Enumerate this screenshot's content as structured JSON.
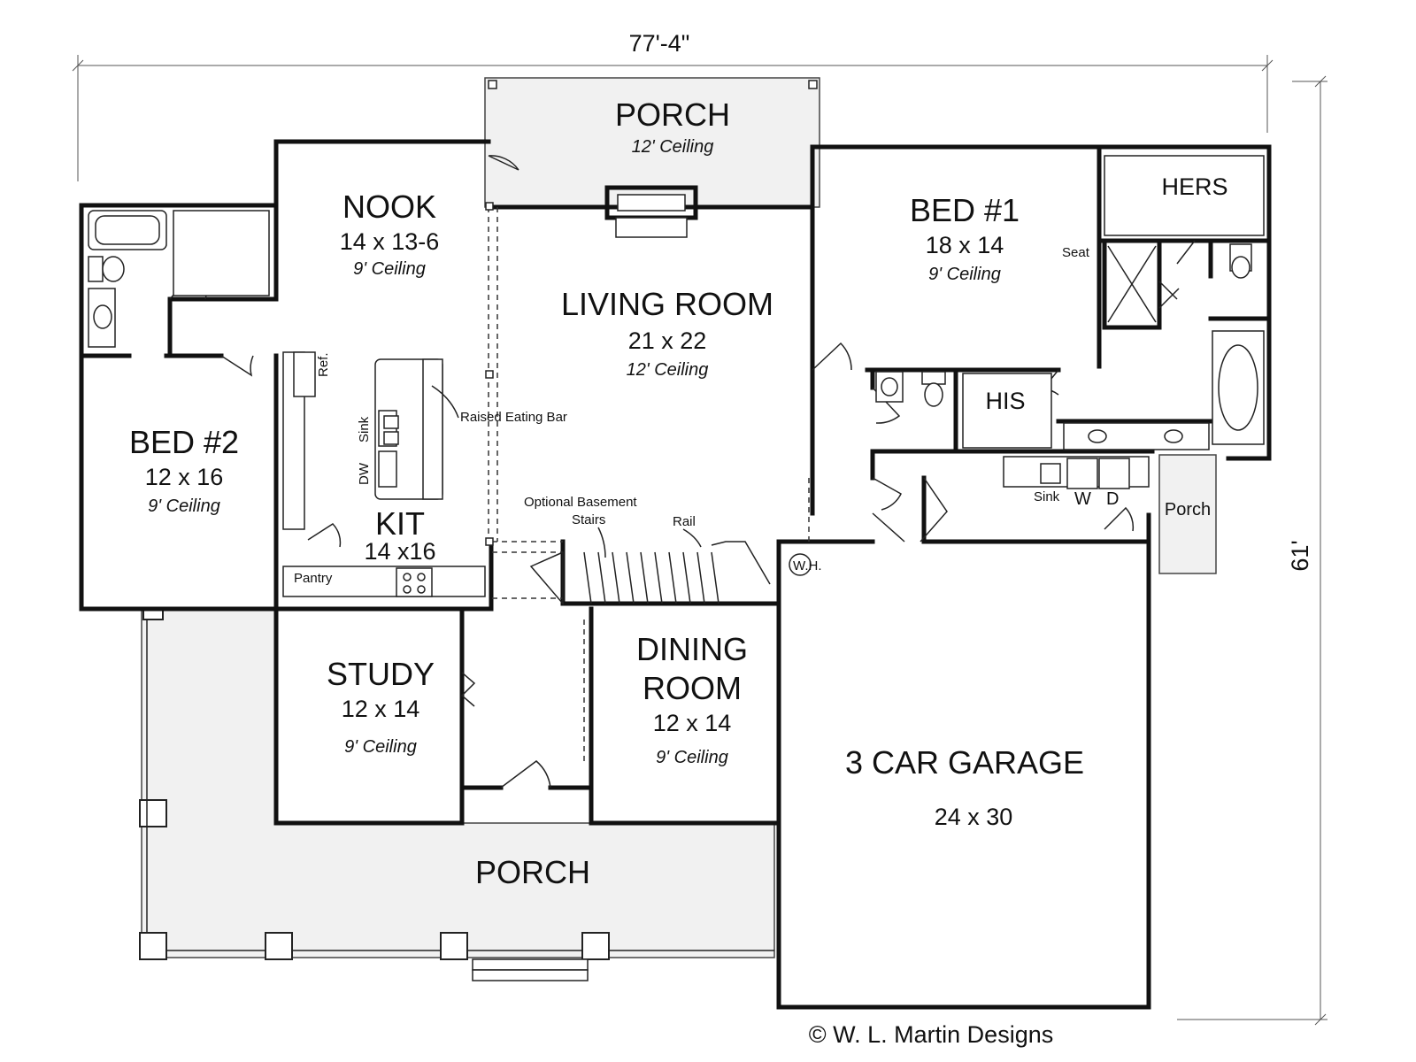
{
  "dimensions": {
    "width": "77'-4\"",
    "depth": "61'"
  },
  "rooms": {
    "porch_rear": {
      "name": "PORCH",
      "ceiling": "12' Ceiling"
    },
    "nook": {
      "name": "NOOK",
      "size": "14 x 13-6",
      "ceiling": "9' Ceiling"
    },
    "living": {
      "name": "LIVING ROOM",
      "size": "21 x 22",
      "ceiling": "12' Ceiling"
    },
    "bed1": {
      "name": "BED #1",
      "size": "18 x 14",
      "ceiling": "9' Ceiling"
    },
    "hers": {
      "name": "HERS"
    },
    "his": {
      "name": "HIS"
    },
    "bed2": {
      "name": "BED #2",
      "size": "12 x 16",
      "ceiling": "9' Ceiling"
    },
    "kit": {
      "name": "KIT",
      "size": "14 x16"
    },
    "study": {
      "name": "STUDY",
      "size": "12 x 14",
      "ceiling": "9' Ceiling"
    },
    "dining": {
      "name_line1": "DINING",
      "name_line2": "ROOM",
      "size": "12 x 14",
      "ceiling": "9' Ceiling"
    },
    "garage": {
      "name": "3 CAR GARAGE",
      "size": "24 x 30"
    },
    "porch_front": {
      "name": "PORCH"
    },
    "porch_side": {
      "name": "Porch"
    }
  },
  "annotations": {
    "seat": "Seat",
    "ref": "Ref.",
    "sink": "Sink",
    "dw": "DW",
    "raised_bar": "Raised Eating Bar",
    "basement_line1": "Optional Basement",
    "basement_line2": "Stairs",
    "rail": "Rail",
    "pantry": "Pantry",
    "wh": "W.H.",
    "laundry_sink": "Sink",
    "washer": "W",
    "dryer": "D"
  },
  "copyright": "© W. L. Martin Designs"
}
